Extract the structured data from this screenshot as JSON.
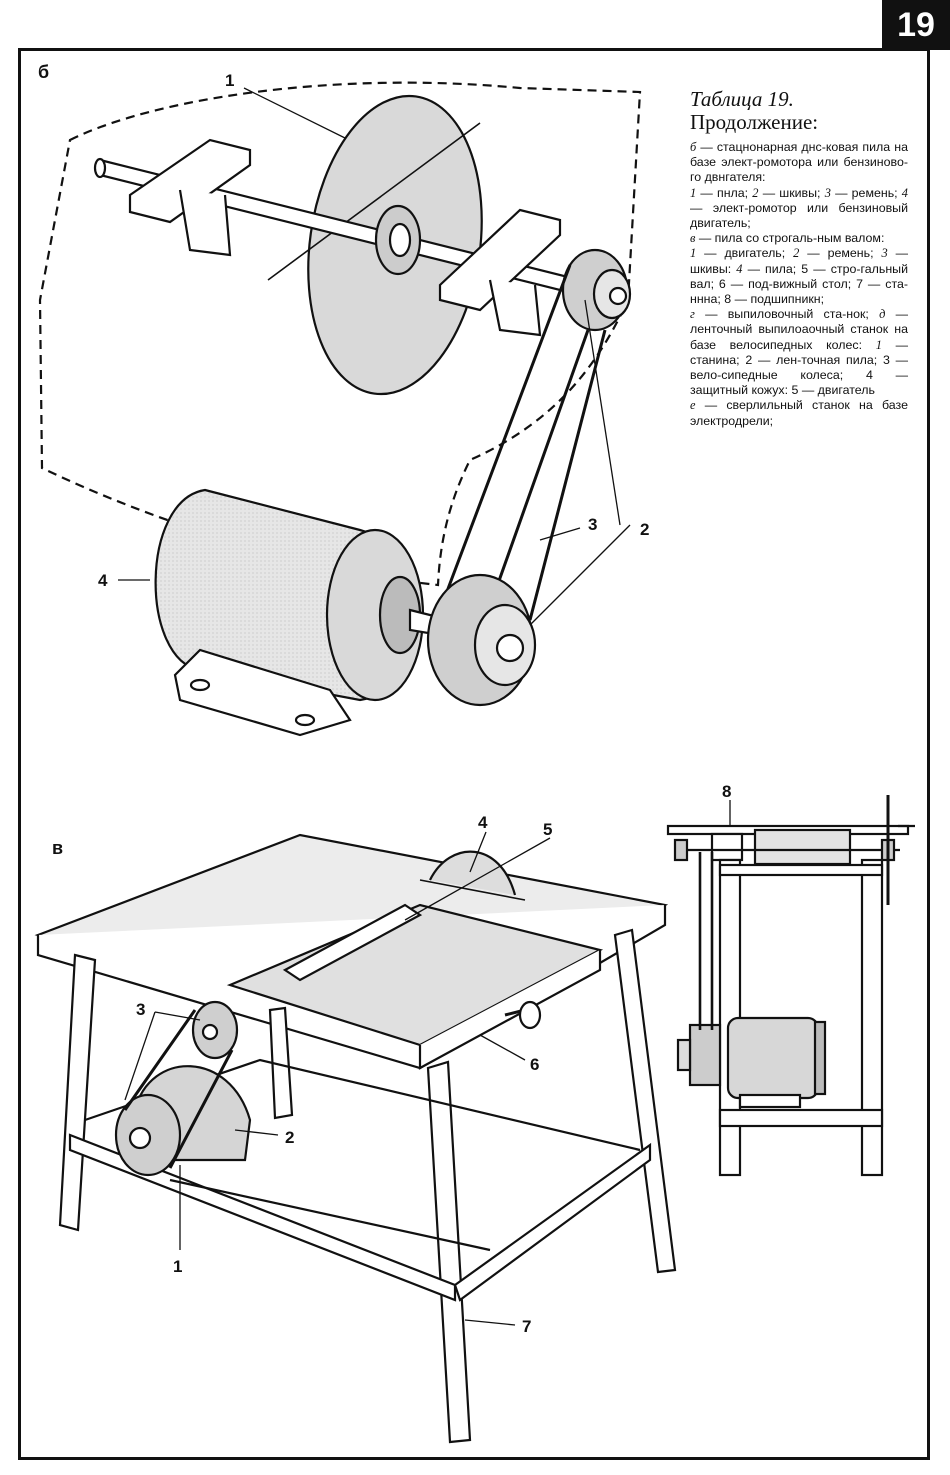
{
  "page_number": "19",
  "panels": {
    "b": "б",
    "v": "в"
  },
  "caption": {
    "title": "Таблица 19.",
    "subtitle": "Продолжение:",
    "paragraphs": [
      {
        "key": "б",
        "text": " — стацнонарная днс-ковая пила на базе элект-ромотора или бензиново-го двнгателя:"
      },
      {
        "key": "1",
        "text": " — пнла; ",
        "key2": "2",
        "text2": " — шкивы; ",
        "key3": "3",
        "text3": " — ремень; ",
        "key4": "4",
        "text4": " — элект-ромотор или бензиновый двигатель;"
      },
      {
        "key": "в",
        "text": " — пила со строгаль-ным валом:"
      },
      {
        "key": "1",
        "text": " — двигатель; ",
        "key2": "2",
        "text2": " — ремень; ",
        "key3": "3",
        "text3": " — шкивы: ",
        "key4": "4",
        "text4": " — пила; 5 — стро-гальный вал; 6 — под-вижный стол; 7 — ста-ннна; 8 — подшипникн;"
      },
      {
        "key": "г",
        "text": " — выпиловочный ста-нок; ",
        "key2": "д",
        "text2": " — ленточный выпилоаочный станок на базе велосипедных колес: ",
        "key3": "1",
        "text3": " — станина; 2 — лен-точная пила; 3 — вело-сипедные колеса; 4 — защитный кожух: 5 — двигатель"
      },
      {
        "key": "е",
        "text": " — сверлильный станок на базе электродрели;"
      }
    ]
  },
  "callouts_b": [
    "1",
    "2",
    "3",
    "4"
  ],
  "callouts_v": [
    "1",
    "2",
    "3",
    "4",
    "5",
    "6",
    "7",
    "8"
  ]
}
